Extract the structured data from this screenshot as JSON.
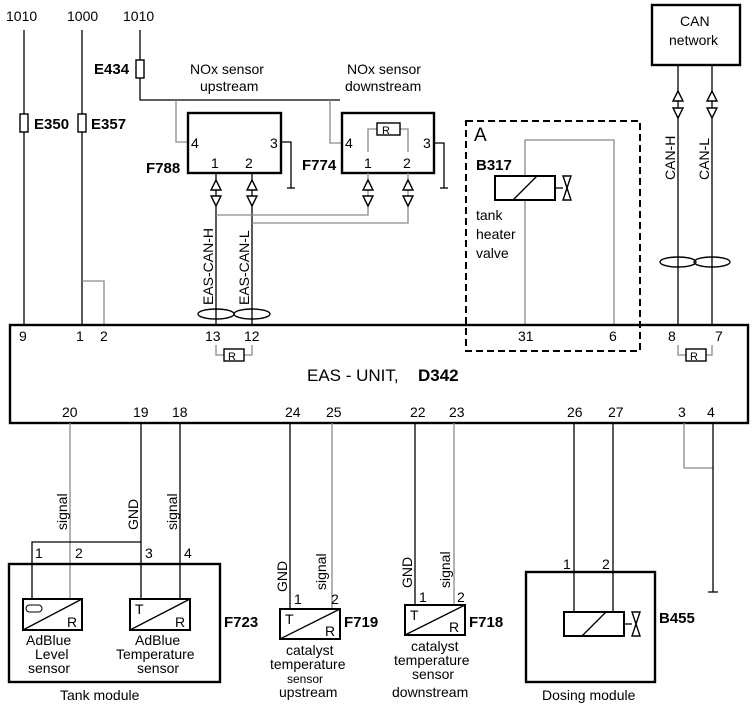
{
  "supplies": [
    "1010",
    "1000",
    "1010"
  ],
  "fuses": [
    "E350",
    "E357",
    "E434"
  ],
  "nox_upstream": {
    "name": [
      "NOx sensor",
      "upstream"
    ],
    "id": "F788",
    "pins": [
      "4",
      "3",
      "1",
      "2"
    ]
  },
  "nox_downstream": {
    "name": [
      "NOx sensor",
      "downstream"
    ],
    "id": "F774",
    "pins": [
      "4",
      "3",
      "1",
      "2"
    ],
    "resistor": "R"
  },
  "can_network": {
    "name": [
      "CAN",
      "network"
    ],
    "lines": [
      "CAN-H",
      "CAN-L"
    ]
  },
  "eas_can": [
    "EAS-CAN-H",
    "EAS-CAN-L"
  ],
  "group_a": {
    "label": "A",
    "id": "B317",
    "desc": [
      "tank",
      "heater",
      "valve"
    ],
    "pins": [
      "31",
      "6"
    ]
  },
  "eas_unit": {
    "name": "EAS - UNIT,",
    "id": "D342",
    "top_pins": [
      "9",
      "1",
      "2",
      "13",
      "12",
      "8",
      "7"
    ],
    "bottom_pins": [
      "20",
      "19",
      "18",
      "24",
      "25",
      "22",
      "23",
      "26",
      "27",
      "3",
      "4"
    ],
    "resistor": "R"
  },
  "tank_module": {
    "name": "Tank module",
    "id": "F723",
    "wires": [
      "signal",
      "GND",
      "signal"
    ],
    "pins": [
      "1",
      "2",
      "3",
      "4"
    ],
    "level_sensor": [
      "AdBlue",
      "Level",
      "sensor"
    ],
    "temp_sensor": [
      "AdBlue",
      "Temperature",
      "sensor"
    ],
    "sensor_letters": [
      "T",
      "R",
      "R"
    ]
  },
  "cat_upstream": {
    "id": "F719",
    "wires": [
      "GND",
      "signal"
    ],
    "pins": [
      "1",
      "2"
    ],
    "letters": [
      "T",
      "R"
    ],
    "desc": [
      "catalyst",
      "temperature",
      "sensor",
      "upstream"
    ]
  },
  "cat_downstream": {
    "id": "F718",
    "wires": [
      "GND",
      "signal"
    ],
    "pins": [
      "1",
      "2"
    ],
    "letters": [
      "T",
      "R"
    ],
    "desc": [
      "catalyst",
      "temperature",
      "sensor",
      "downstream"
    ]
  },
  "dosing_module": {
    "id": "B455",
    "name": "Dosing module",
    "pins": [
      "1",
      "2"
    ]
  }
}
